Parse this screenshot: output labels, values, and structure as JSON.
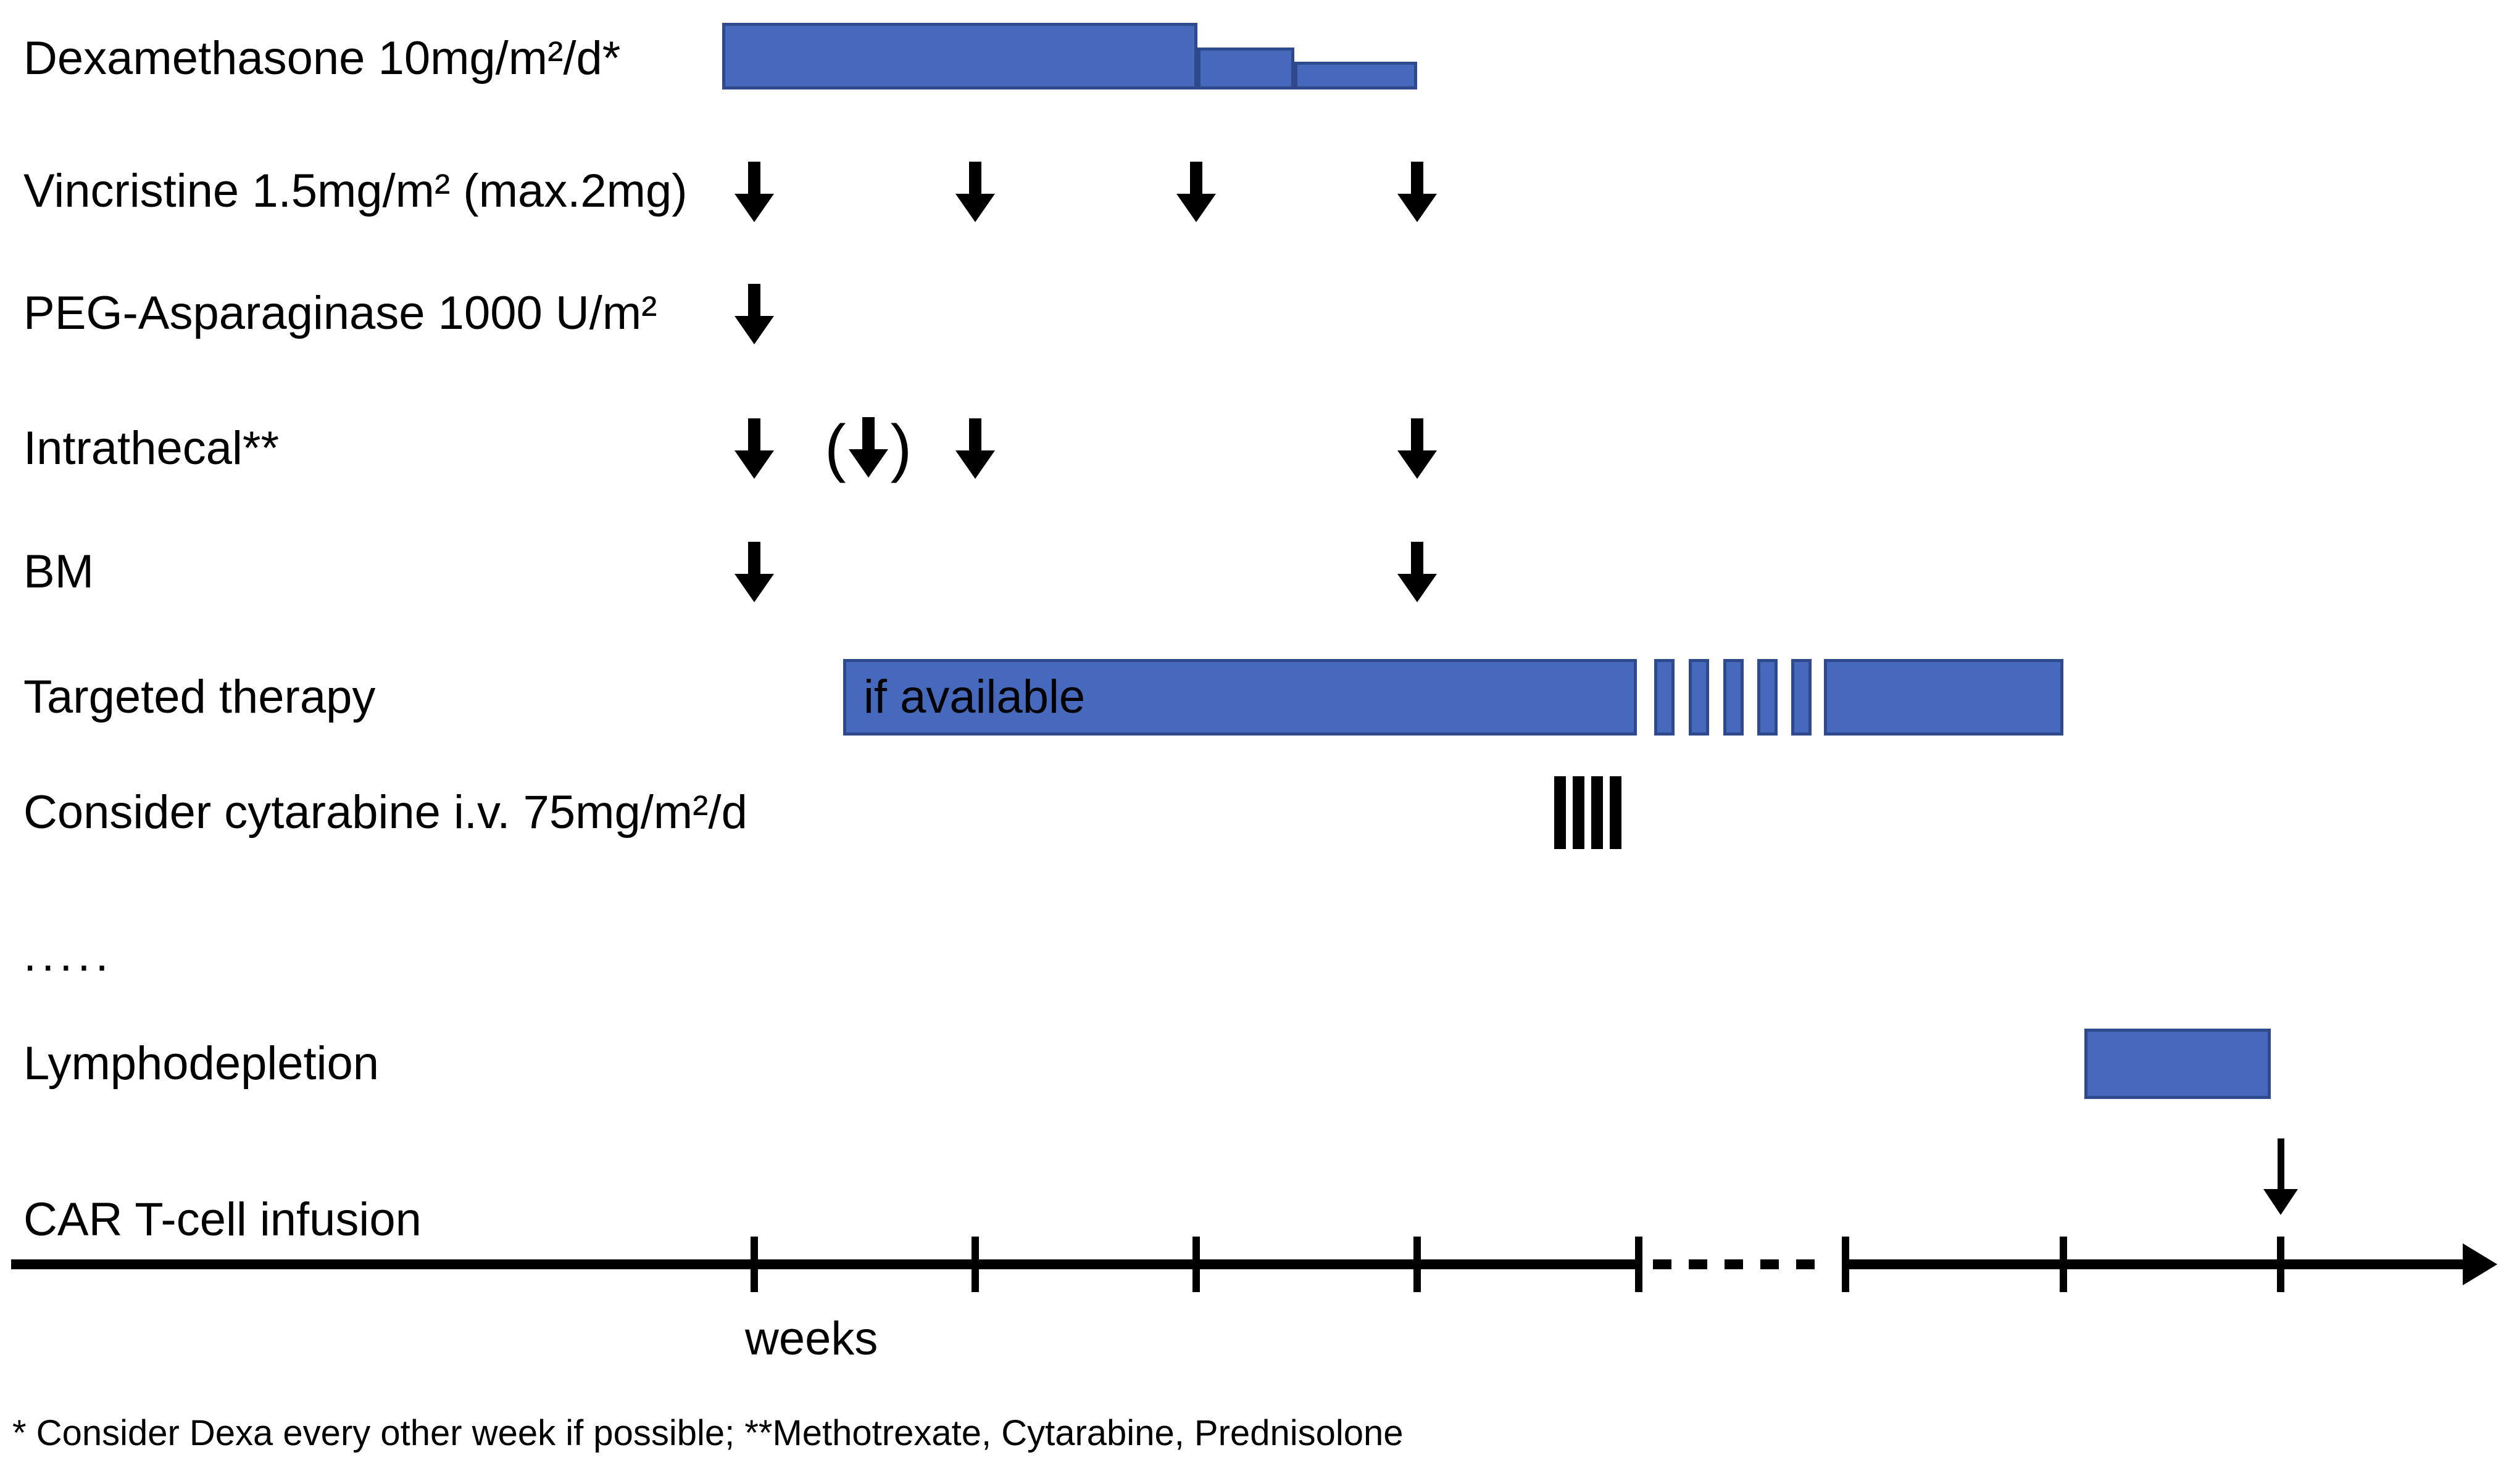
{
  "rows": [
    {
      "label": "Dexamethasone 10mg/m²/d*"
    },
    {
      "label": "Vincristine 1.5mg/m² (max.2mg)"
    },
    {
      "label": "PEG-Asparaginase 1000 U/m²"
    },
    {
      "label": "Intrathecal**"
    },
    {
      "label": "BM"
    },
    {
      "label": "Targeted therapy",
      "bar_text": "if available"
    },
    {
      "label": "Consider cytarabine i.v. 75mg/m²/d"
    },
    {
      "label": "....."
    },
    {
      "label": "Lymphodepletion"
    },
    {
      "label": "CAR T-cell infusion"
    }
  ],
  "glyphs": {
    "paren_open": "(",
    "paren_close": ")"
  },
  "axis": {
    "label": "weeks",
    "tick_count": 8,
    "dashed_gap": "between tick 5 and tick 6"
  },
  "footnote": "* Consider Dexa every other week if possible; **Methotrexate, Cytarabine, Prednisolone",
  "schedule": {
    "dexamethasone": {
      "full_bar_weeks": "1 to 3",
      "taper_steps": 2,
      "taper_end_week": 4
    },
    "vincristine_dose_weeks": [
      1,
      2,
      3,
      4
    ],
    "peg_asparaginase_dose_weeks": [
      1
    ],
    "intrathecal_dose_weeks": [
      1,
      "(between 1 and 2, optional)",
      2,
      4
    ],
    "bm_weeks": [
      1,
      4
    ],
    "targeted_therapy": {
      "bar_start": "after week 1",
      "solid_until_week": 5,
      "dashed_segments": 5,
      "second_bar_weeks": "6 to 7"
    },
    "cytarabine_consecutive_doses": 4,
    "lymphodepletion_weeks": "between 7 and 8",
    "car_t_infusion_week": 8
  },
  "colors": {
    "bar_fill": "#4769BC",
    "bar_border": "#2E4A8C",
    "ink": "#000000",
    "background": "#FFFFFF"
  }
}
